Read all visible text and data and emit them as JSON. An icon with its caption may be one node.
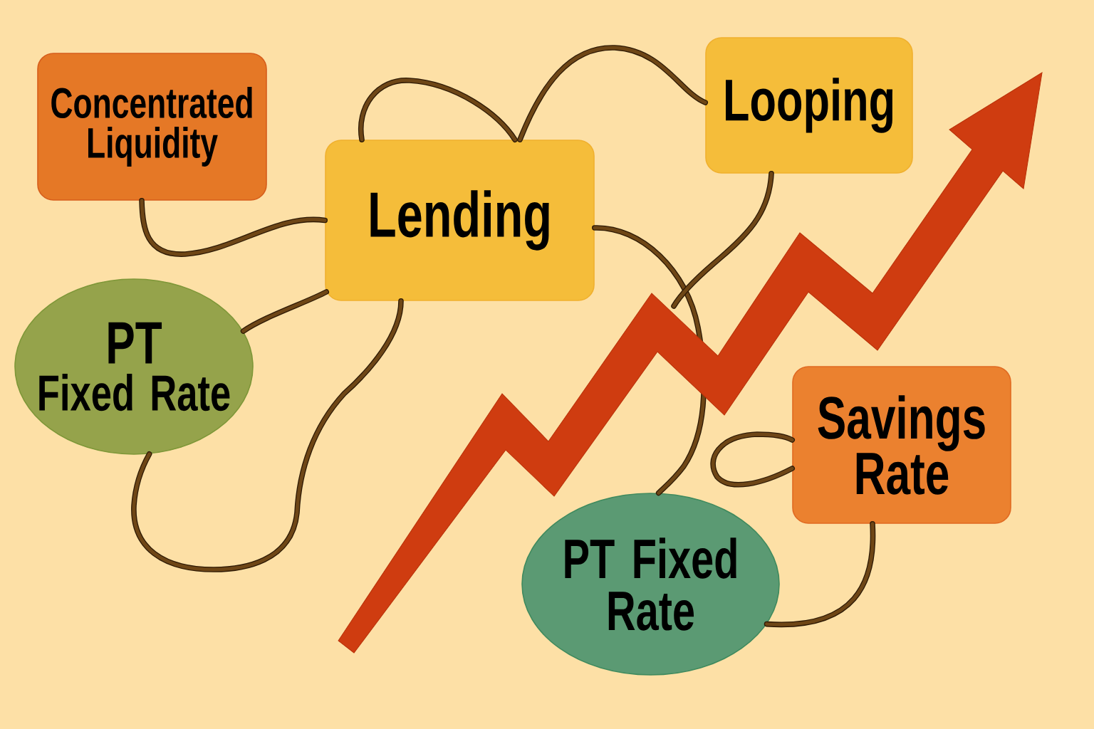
{
  "diagram": {
    "nodes": [
      {
        "text": [
          "Concentrated Liquidity"
        ]
      },
      {
        "text": [
          "Lending"
        ]
      },
      {
        "text": [
          "Looping"
        ]
      },
      {
        "text": [
          "PT",
          "Fixed Rate"
        ]
      },
      {
        "text": [
          "Savings Rate"
        ]
      },
      {
        "text": [
          "PT Fixed Rate"
        ]
      }
    ],
    "edges": [
      {
        "from": 0,
        "to": 1,
        "arrow": "none"
      },
      {
        "from": 1,
        "to": 1,
        "arrow": "none"
      },
      {
        "from": 1,
        "to": 2,
        "arrow": "none"
      },
      {
        "from": 3,
        "to": 1,
        "arrow": "none"
      },
      {
        "from": 1,
        "to": 3,
        "arrow": "none"
      },
      {
        "from": 1,
        "to": 5,
        "arrow": "none"
      },
      {
        "from": 2,
        "to": null,
        "arrow": "none"
      },
      {
        "from": 4,
        "to": 4,
        "arrow": "none"
      },
      {
        "from": 4,
        "to": 5,
        "arrow": "none"
      }
    ]
  }
}
